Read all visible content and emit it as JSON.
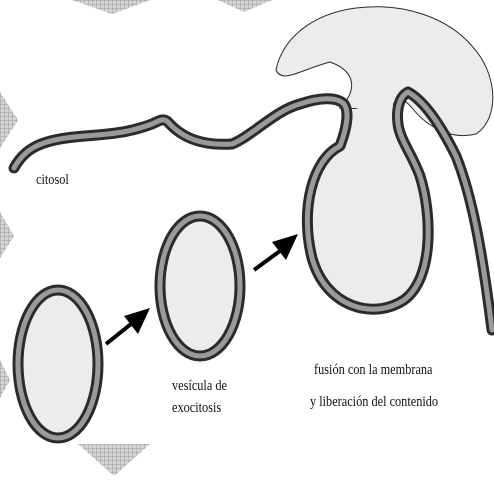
{
  "labels": {
    "cytosol": "citosol",
    "vesicle_line1": "vesícula de",
    "vesicle_line2": "exocitosis",
    "fusion_line1": "fusión con la membrana",
    "fusion_line2": "y liberación del contenido"
  },
  "colors": {
    "membrane_outer": "#2b2b2b",
    "membrane_inner": "#9a9a9a",
    "content_fill": "#ececec",
    "grid_decoration": "#a8a8a8",
    "arrow": "#000000"
  },
  "icons": {
    "arrow": "arrow-icon"
  }
}
